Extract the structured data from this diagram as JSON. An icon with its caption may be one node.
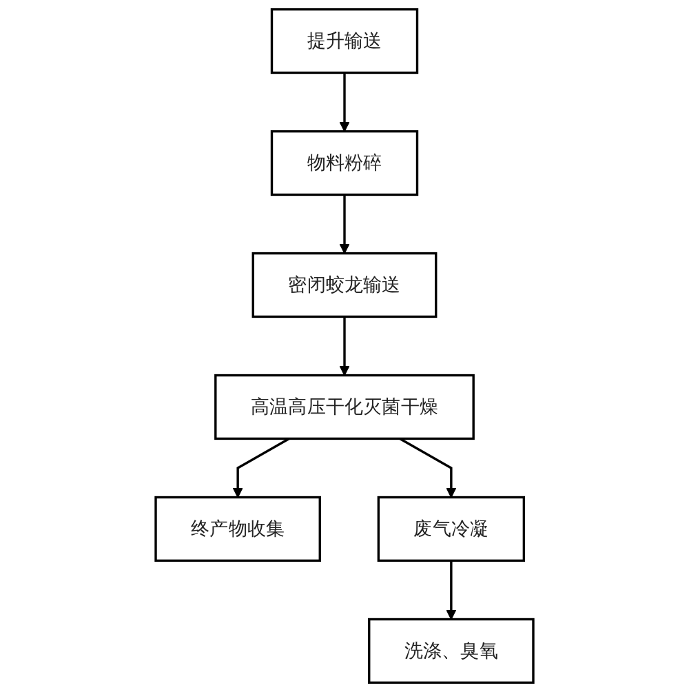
{
  "diagram": {
    "nodes": [
      {
        "text": [
          "提升输送"
        ]
      },
      {
        "text": [
          "物料粉碎"
        ]
      },
      {
        "text": [
          "密闭蛟龙输送"
        ]
      },
      {
        "text": [
          "高温高压干化灭菌干燥"
        ]
      },
      {
        "text": [
          "终产物收集"
        ]
      },
      {
        "text": [
          "废气冷凝"
        ]
      },
      {
        "text": [
          "洗涤、臭氧"
        ]
      }
    ],
    "edges": [
      {
        "from": 0,
        "to": 1,
        "arrow": "to"
      },
      {
        "from": 1,
        "to": 2,
        "arrow": "to"
      },
      {
        "from": 2,
        "to": 3,
        "arrow": "to"
      },
      {
        "from": 3,
        "to": 4,
        "arrow": "to"
      },
      {
        "from": 3,
        "to": 5,
        "arrow": "to"
      },
      {
        "from": 5,
        "to": 6,
        "arrow": "to"
      }
    ]
  }
}
